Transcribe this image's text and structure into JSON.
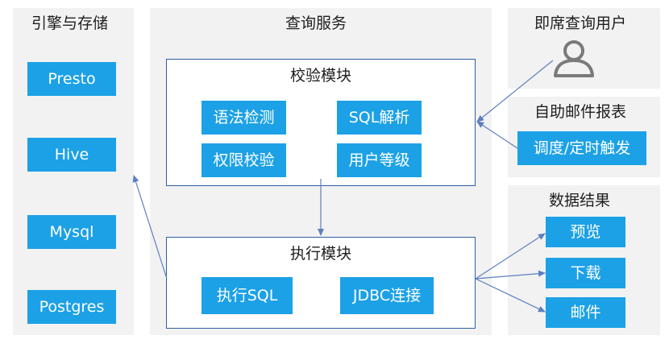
{
  "panels": {
    "engine": {
      "title": "引擎与存储",
      "items": [
        "Presto",
        "Hive",
        "Mysql",
        "Postgres"
      ]
    },
    "query_service": {
      "title": "查询服务",
      "validation_module": {
        "title": "校验模块",
        "items": [
          "语法检测",
          "SQL解析",
          "权限校验",
          "用户等级"
        ]
      },
      "execution_module": {
        "title": "执行模块",
        "items": [
          "执行SQL",
          "JDBC连接"
        ]
      }
    },
    "adhoc_user": {
      "title": "即席查询用户",
      "icon": "user-icon"
    },
    "email_report": {
      "title": "自助邮件报表",
      "item": "调度/定时触发"
    },
    "data_result": {
      "title": "数据结果",
      "items": [
        "预览",
        "下载",
        "邮件"
      ]
    }
  },
  "colors": {
    "panel_bg": "#f2f2f2",
    "box_fill": "#1ca1e6",
    "box_text": "#ffffff",
    "module_border": "#2f5ea3",
    "arrow": "#5b7fc0",
    "icon": "#7a7a7a"
  }
}
